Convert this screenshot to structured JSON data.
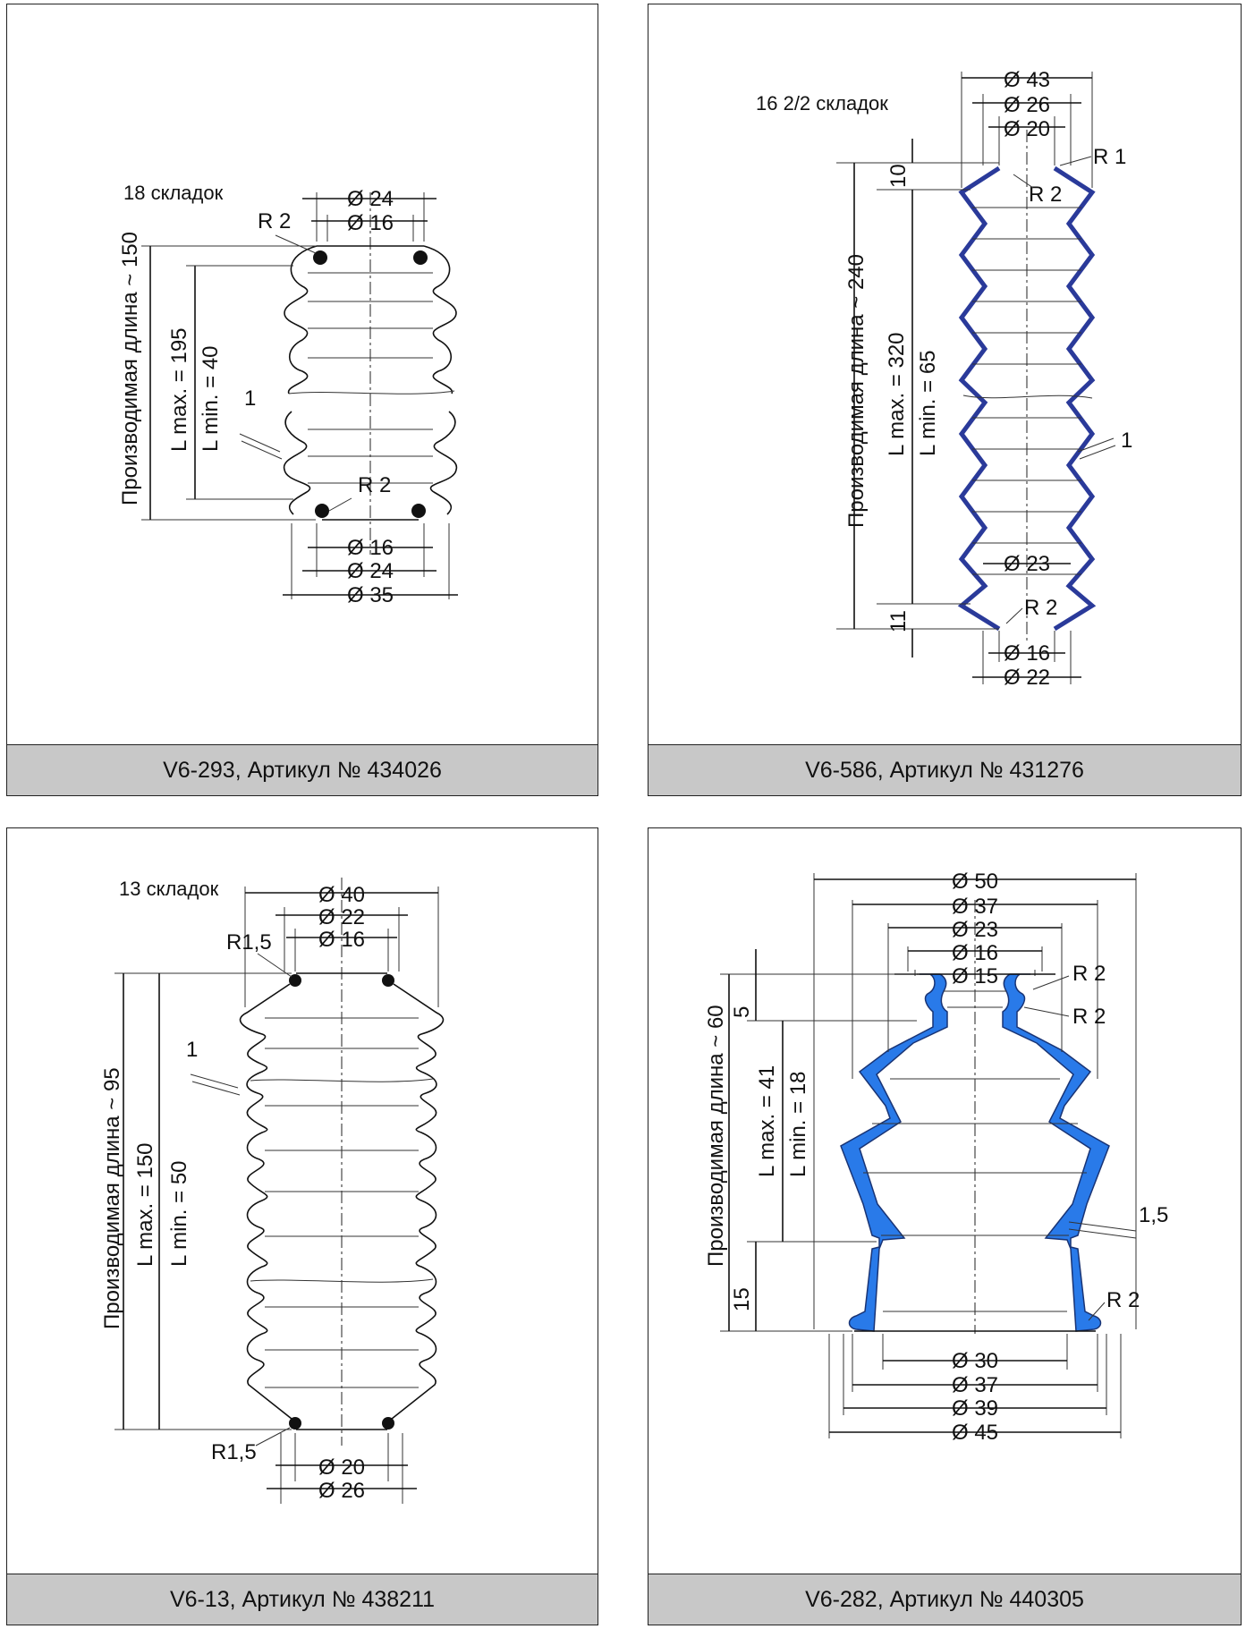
{
  "panels": [
    {
      "caption": "V6-293, Артикул № 434026",
      "folds": "18 складок",
      "dims": {
        "d_top_outer": "Ø 24",
        "d_top_inner": "Ø 16",
        "d_bot_inner": "Ø 16",
        "d_bot_mid": "Ø 24",
        "d_bot_outer": "Ø 35",
        "r_top": "R 2",
        "r_bot": "R 2",
        "wall": "1",
        "len_install": "Производимая длина ~ 150",
        "len_max": "L max. = 195",
        "len_min": "L min. = 40"
      }
    },
    {
      "caption": "V6-586, Артикул № 431276",
      "folds": "16 2/2 складок",
      "dims": {
        "d_43": "Ø 43",
        "d_26": "Ø 26",
        "d_20": "Ø 20",
        "r_1": "R 1",
        "r_top": "R 2",
        "h_top": "10",
        "d_23": "Ø 23",
        "r_bot": "R 2",
        "h_bot": "11",
        "d_16": "Ø 16",
        "d_22": "Ø 22",
        "wall": "1",
        "len_install": "Производимая длина ~ 240",
        "len_max": "L max. = 320",
        "len_min": "L min. = 65"
      }
    },
    {
      "caption": "V6-13, Артикул № 438211",
      "folds": "13 складок",
      "dims": {
        "d_40": "Ø 40",
        "d_22": "Ø 22",
        "d_16": "Ø 16",
        "r_top": "R1,5",
        "r_bot": "R1,5",
        "wall": "1",
        "d_20": "Ø 20",
        "d_26": "Ø 26",
        "len_install": "Производимая длина ~ 95",
        "len_max": "L max. = 150",
        "len_min": "L min. = 50"
      }
    },
    {
      "caption": "V6-282, Артикул № 440305",
      "dims": {
        "d_50": "Ø 50",
        "d_37t": "Ø 37",
        "d_23": "Ø 23",
        "d_16": "Ø 16",
        "d_15": "Ø 15",
        "r_a": "R 2",
        "r_b": "R 2",
        "r_c": "R 2",
        "h_5": "5",
        "h_15": "15",
        "wall": "1,5",
        "d_30": "Ø 30",
        "d_37b": "Ø 37",
        "d_39": "Ø 39",
        "d_45": "Ø 45",
        "len_install": "Производимая длина ~ 60",
        "len_max": "L max. = 41",
        "len_min": "L min. = 18"
      }
    }
  ],
  "colors": {
    "background": "#ffffff",
    "caption_bg": "#c8c8c8",
    "line": "#111111",
    "fill_blue": "#1e73e8",
    "outline_blue": "#2a3a9a"
  }
}
